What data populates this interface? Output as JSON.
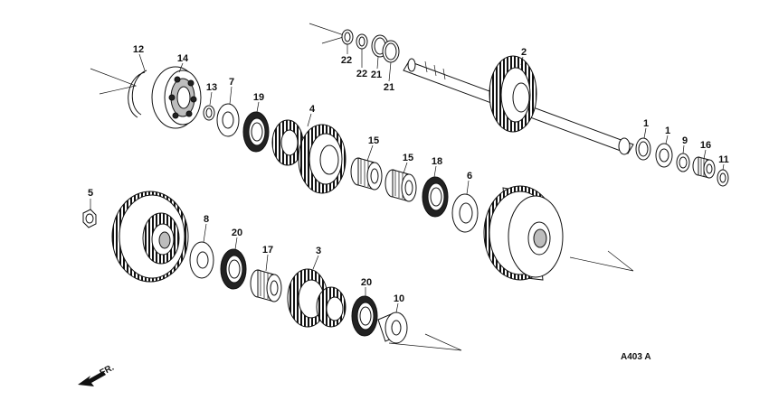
{
  "diagram_code": "A403 A",
  "direction_label": "FR.",
  "callouts": [
    "12",
    "14",
    "13",
    "7",
    "19",
    "4",
    "15",
    "15",
    "18",
    "6",
    "22",
    "22",
    "21",
    "21",
    "2",
    "1",
    "1",
    "9",
    "16",
    "11",
    "5",
    "8",
    "20",
    "17",
    "3",
    "20",
    "10"
  ]
}
